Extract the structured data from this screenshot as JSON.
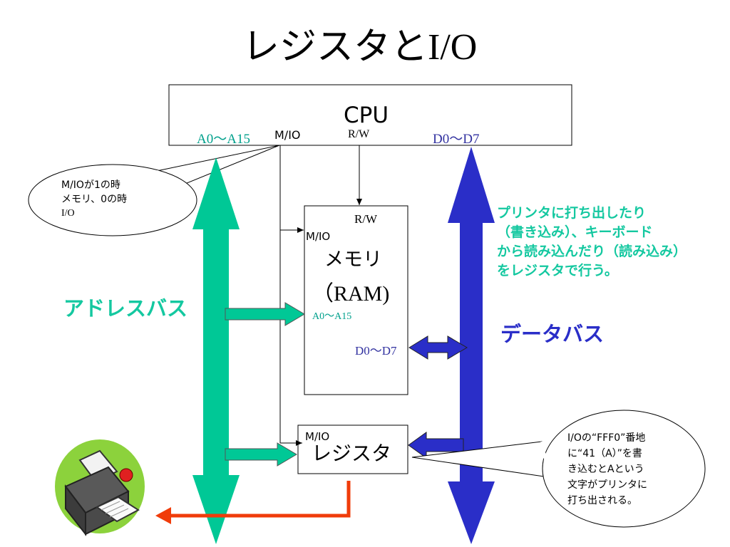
{
  "slide": {
    "title_kana": "レジスタと",
    "title_io": "I/O"
  },
  "cpu": {
    "label": "CPU",
    "addr_range": "A0〜A15",
    "mio": "M/IO",
    "rw": "R/W",
    "data_range": "D0〜D7"
  },
  "callout_mio": {
    "line1": "M/IOが1の時",
    "line2": "メモリ、0の時",
    "line3": "I/O"
  },
  "memory": {
    "rw": "R/W",
    "mio": "M/IO",
    "name": "メモリ",
    "type": "（RAM)",
    "addr_range": "A0〜A15",
    "data_range": "D0〜D7"
  },
  "register": {
    "mio": "M/IO",
    "name": "レジスタ"
  },
  "labels": {
    "address_bus": "アドレスバス",
    "data_bus": "データバス"
  },
  "note_register": {
    "line1": "プリンタに打ち出したり",
    "line2": "（書き込み）、キーボード",
    "line3": "から読み込んだり（読み込み）",
    "line4": "をレジスタで行う。"
  },
  "callout_printer": {
    "line1": "I/Oの“FFF0”番地",
    "line2": "に“41（A）”を書",
    "line3": "き込むとAという",
    "line4": "文字がプリンタに",
    "line5": "打ち出される。"
  },
  "colors": {
    "address_bus": "#00c896",
    "data_bus": "#2a2ec8",
    "printer_arrow": "#f03c0a",
    "note_text": "#14c8a0",
    "data_text": "#3232a0",
    "addr_text": "#00a08c"
  }
}
